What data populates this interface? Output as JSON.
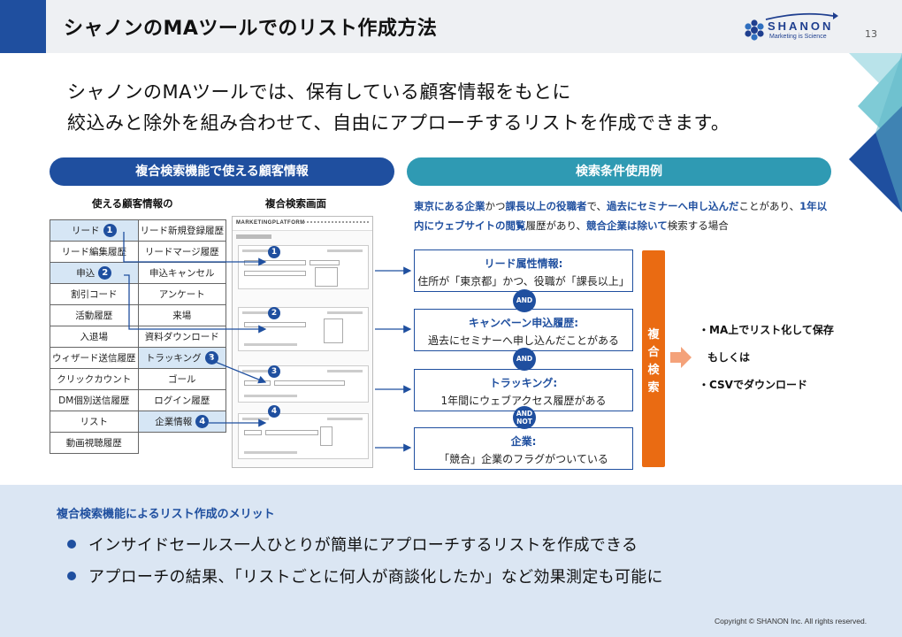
{
  "header": {
    "title": "シャノンのMAツールでのリスト作成方法",
    "logo_text": "SHANON",
    "logo_tagline": "Marketing is Science",
    "page_number": "13"
  },
  "intro": {
    "line1": "シャノンのMAツールでは、保有している顧客情報をもとに",
    "line2": "絞込みと除外を組み合わせて、自由にアプローチするリストを作成できます。"
  },
  "left_section": {
    "header": "複合検索機能で使える顧客情報",
    "sub_info": "使える顧客情報の",
    "sub_screen": "複合検索画面",
    "rows": [
      [
        "リード",
        "リード新規登録履歴"
      ],
      [
        "リード編集履歴",
        "リードマージ履歴"
      ],
      [
        "申込",
        "申込キャンセル"
      ],
      [
        "割引コード",
        "アンケート"
      ],
      [
        "活動履歴",
        "来場"
      ],
      [
        "入退場",
        "資料ダウンロード"
      ],
      [
        "ウィザード送信履歴",
        "トラッキング"
      ],
      [
        "クリックカウント",
        "ゴール"
      ],
      [
        "DM個別送信履歴",
        "ログイン履歴"
      ],
      [
        "リスト",
        "企業情報"
      ],
      [
        "動画視聴履歴",
        ""
      ]
    ],
    "markers": [
      "1",
      "2",
      "3",
      "4"
    ],
    "screen_brand": "MARKETINGPLATFORM"
  },
  "right_section": {
    "header": "検索条件使用例",
    "example": {
      "p1": "東京にある企業",
      "p2": "かつ",
      "p3": "課長以上の役職者",
      "p4": "で、",
      "p5": "過去にセミナーへ申し込んだ",
      "p6": "ことがあり、",
      "p7": "1年以内にウェブサイトの閲覧",
      "p8": "履歴があり、",
      "p9": "競合企業は除いて",
      "p10": "検索する場合"
    },
    "conditions": [
      {
        "title": "リード属性情報:",
        "desc": "住所が「東京都」かつ、役職が「課長以上」"
      },
      {
        "title": "キャンペーン申込履歴:",
        "desc": "過去にセミナーへ申し込んだことがある"
      },
      {
        "title": "トラッキング:",
        "desc": "1年間にウェブアクセス履歴がある"
      },
      {
        "title": "企業:",
        "desc": "「競合」企業のフラグがついている"
      }
    ],
    "operators": [
      "AND",
      "AND",
      "AND",
      "NOT"
    ],
    "combo_label": [
      "複",
      "合",
      "検",
      "索"
    ],
    "outputs": [
      "・MA上でリスト化して保存",
      "もしくは",
      "・CSVでダウンロード"
    ]
  },
  "merits": {
    "title": "複合検索機能によるリスト作成のメリット",
    "items": [
      "インサイドセールス一人ひとりが簡単にアプローチするリストを作成できる",
      "アプローチの結果、「リストごとに何人が商談化したか」など効果測定も可能に"
    ]
  },
  "footer": {
    "copyright": "Copyright © SHANON Inc. All rights reserved."
  },
  "colors": {
    "primary": "#1f4f9f",
    "teal": "#2f9ab3",
    "orange": "#ea6b12",
    "bottom_bg": "#dbe6f3"
  }
}
